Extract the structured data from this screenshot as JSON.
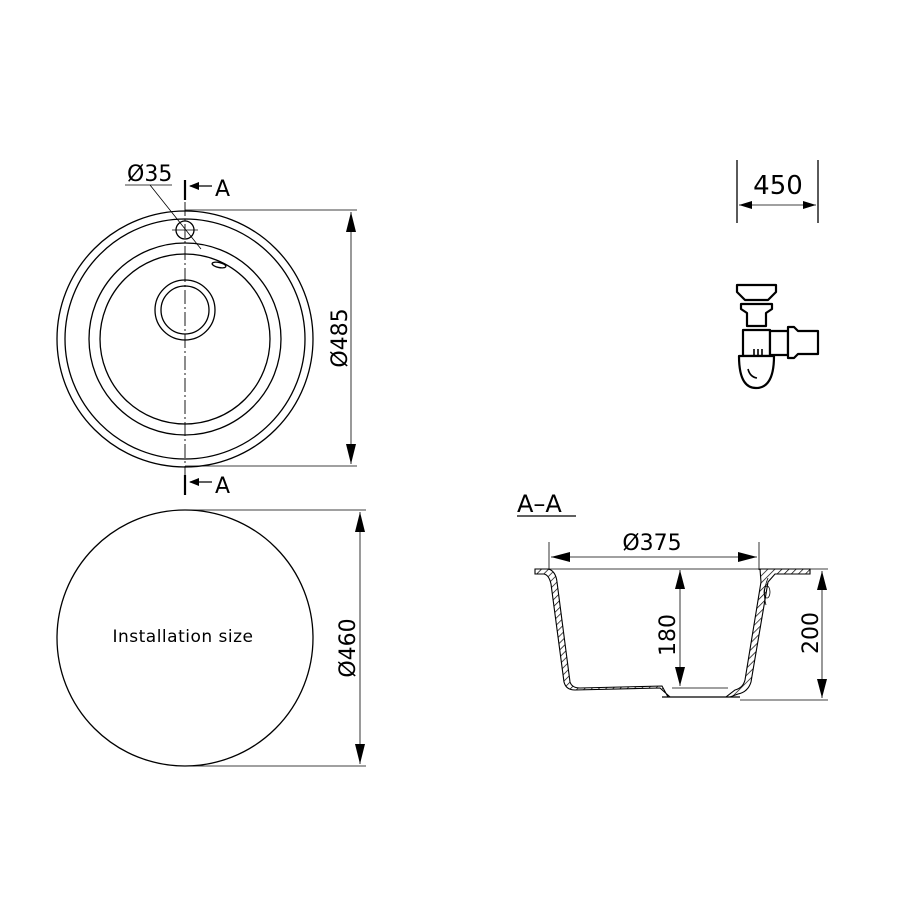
{
  "drawing": {
    "top_view": {
      "outer_diameter": "Ø485",
      "tap_hole_diameter": "Ø35",
      "section_marker_top": "A",
      "section_marker_bottom": "A"
    },
    "installation_view": {
      "label": "Installation size",
      "diameter": "Ø460"
    },
    "cabinet": {
      "min_width": "450",
      "icon": "siphon-icon"
    },
    "section_view": {
      "title": "A–A",
      "bowl_diameter": "Ø375",
      "bowl_depth": "180",
      "total_height": "200"
    }
  }
}
